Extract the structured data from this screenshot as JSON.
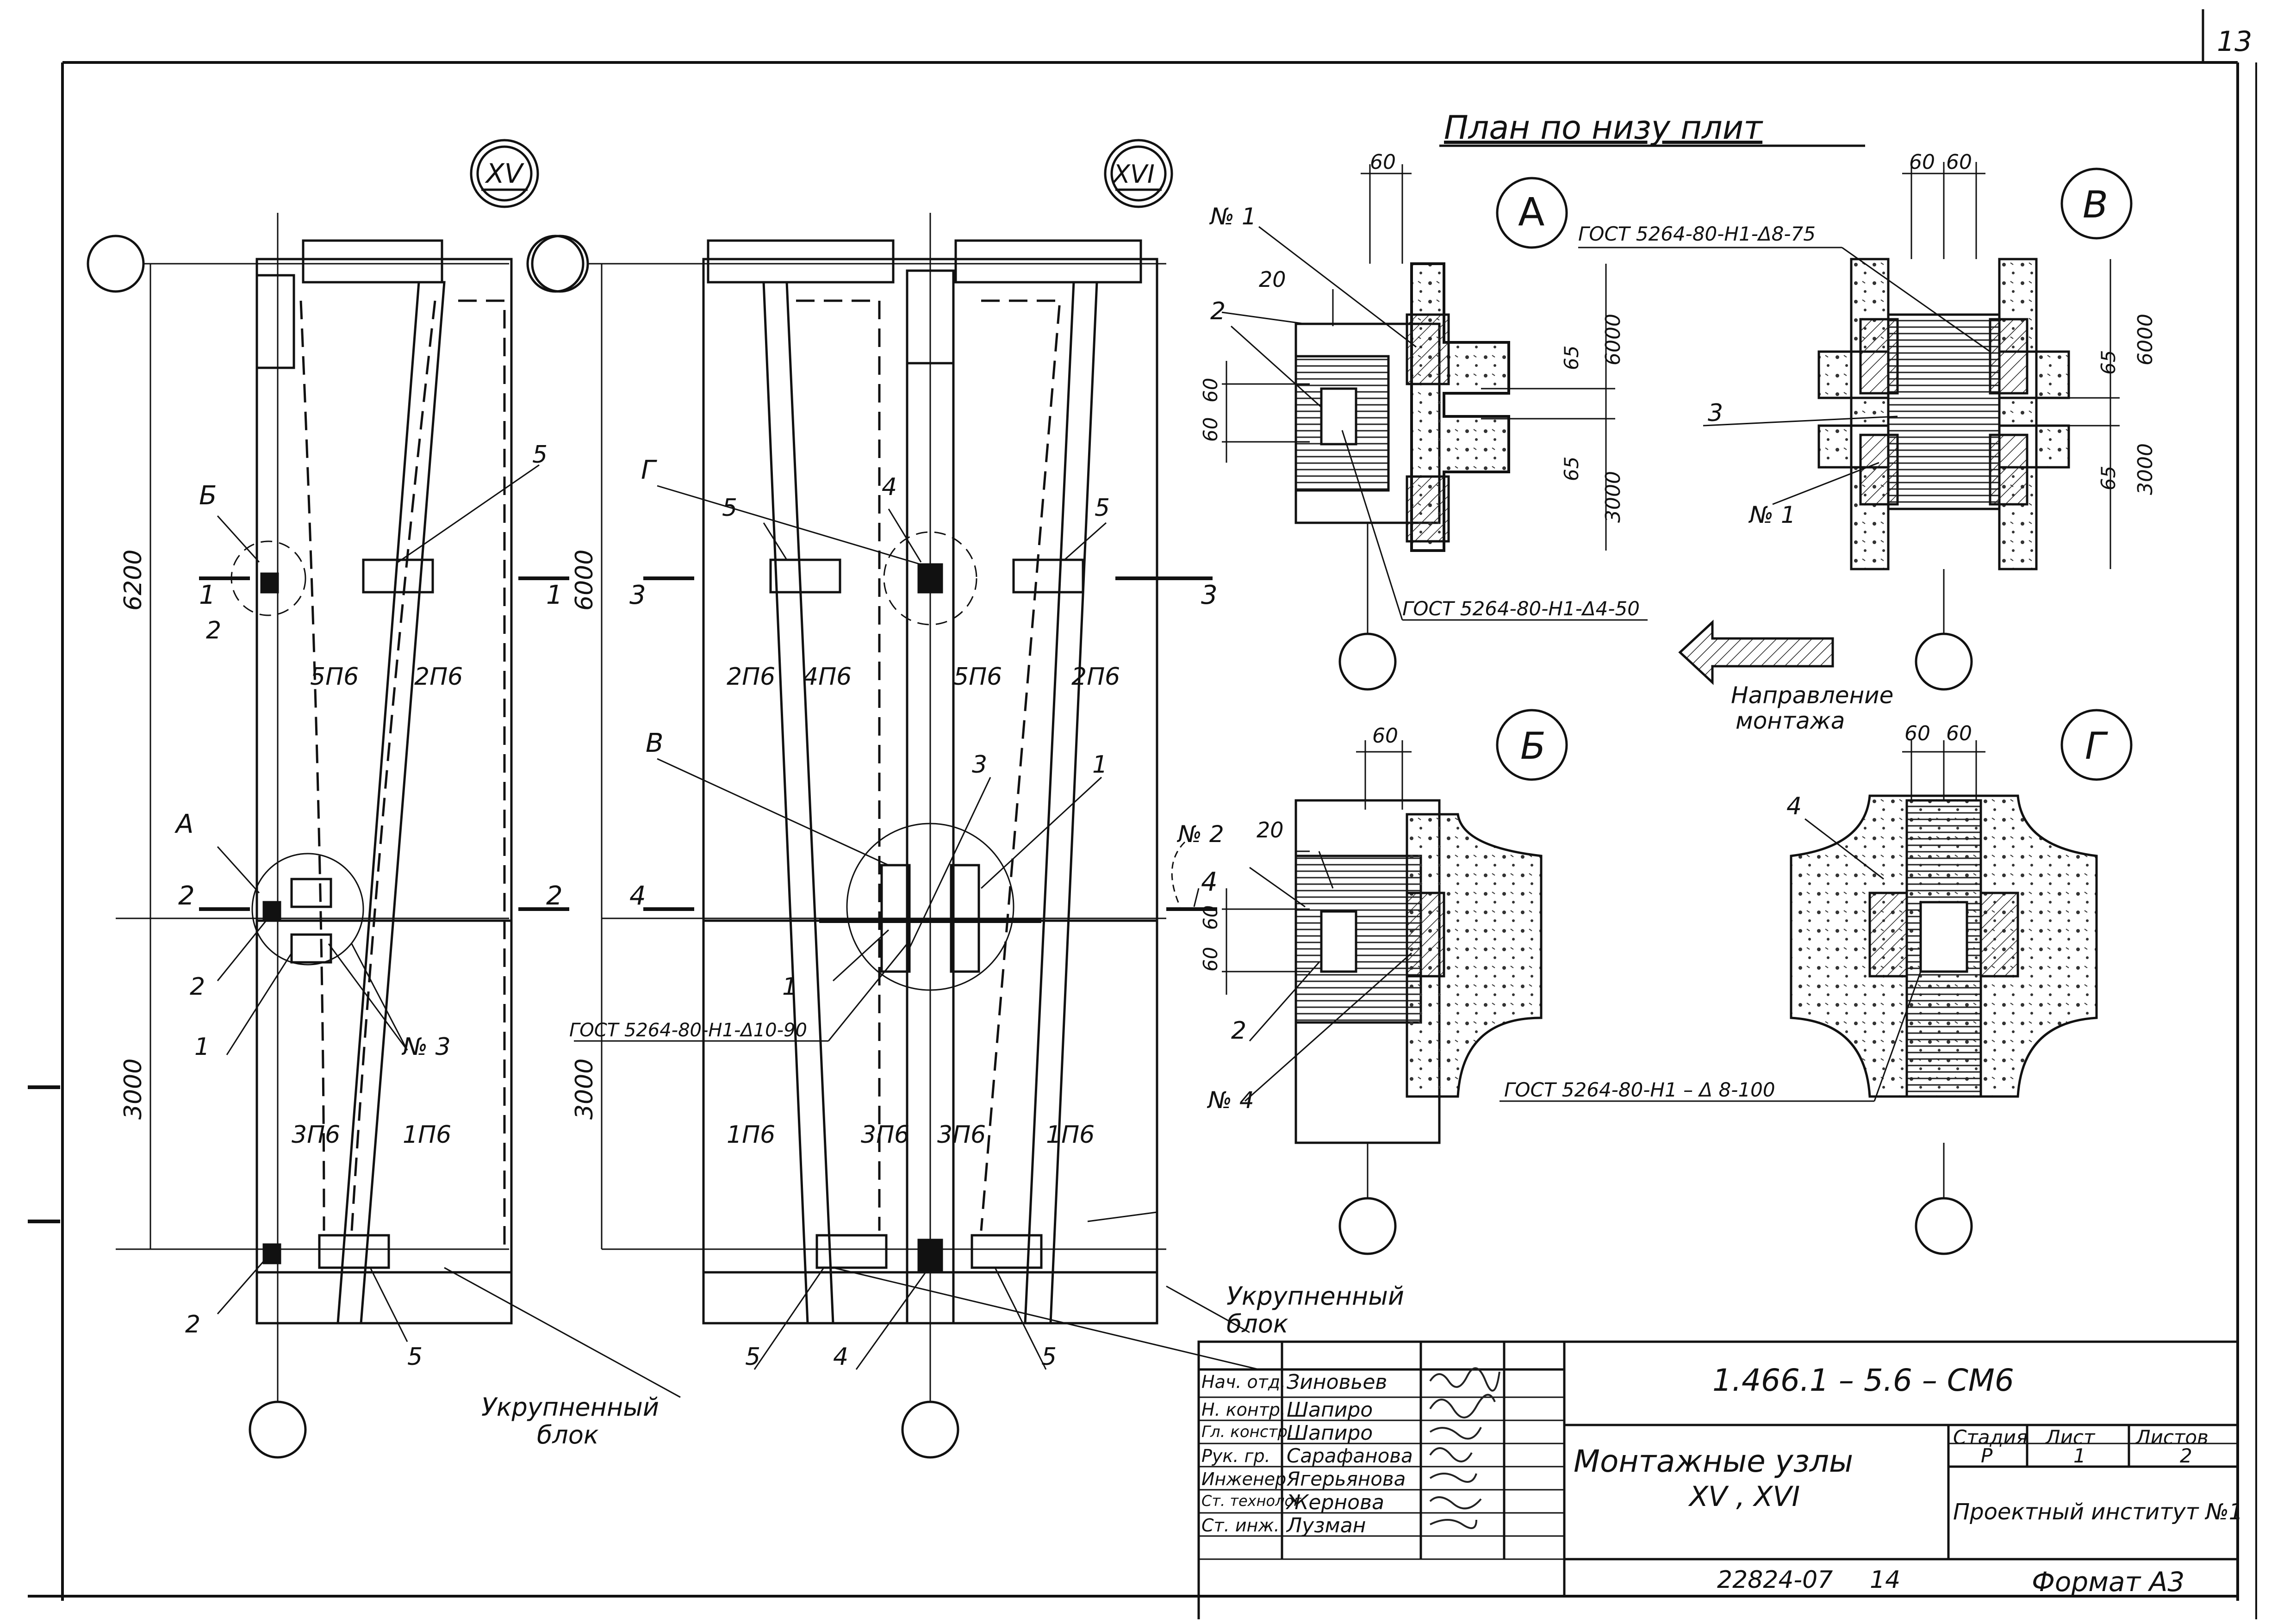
{
  "sheet": {
    "page_number": "13",
    "format_label": "Формат А3",
    "inventory_number": "22824-07",
    "inventory_sheet": "14"
  },
  "plan_title": "План по низу плит",
  "markers": {
    "xv": "XV",
    "xvi": "XVI",
    "a": "А",
    "b": "Б",
    "v": "В",
    "g": "Г"
  },
  "panels": {
    "p5": "5П6",
    "p2": "2П6",
    "p4": "4П6",
    "p3": "3П6",
    "p1": "1П6",
    "p3b": "3П6"
  },
  "dimensions": {
    "d6200": "6200",
    "d3000": "3000",
    "d6000": "6000",
    "d60": "60",
    "d20": "20",
    "d65": "65"
  },
  "sections": {
    "s1": "1",
    "s2": "2",
    "s3": "3",
    "s4": "4"
  },
  "callouts": {
    "n1": "1",
    "n2": "2",
    "n3": "3",
    "n4": "4",
    "n5": "5",
    "no1": "№ 1",
    "no2": "№ 2",
    "no3": "№ 3",
    "no4": "№ 4"
  },
  "gost": {
    "g_10_90": "ГОСТ 5264-80-Н1-Δ10-90",
    "g_8_75": "ГОСТ 5264-80-Н1-Δ8-75",
    "g_4_50": "ГОСТ 5264-80-Н1-Δ4-50",
    "g_8_100": "ГОСТ 5264-80-Н1 – Δ 8-100"
  },
  "notes": {
    "enlarged_block_1": "Укрупненный",
    "enlarged_block_2": "блок",
    "direction_1": "Направление",
    "direction_2": "монтажа"
  },
  "title_block": {
    "document_code": "1.466.1 – 5.6 – СМ6",
    "title_line1": "Монтажные узлы",
    "title_line2": "XV , XVI",
    "stage_header": "Стадия",
    "sheet_header": "Лист",
    "sheets_header": "Листов",
    "stage_value": "Р",
    "sheet_value": "1",
    "sheets_value": "2",
    "organization": "Проектный институт №1",
    "roles": [
      {
        "role": "Нач. отд.",
        "name": "Зиновьев"
      },
      {
        "role": "Н. контр.",
        "name": "Шапиро"
      },
      {
        "role": "Гл. констр.",
        "name": "Шапиро"
      },
      {
        "role": "Рук. гр.",
        "name": "Сарафанова"
      },
      {
        "role": "Инженер",
        "name": "Ягерьянова"
      },
      {
        "role": "Ст. технолог",
        "name": "Жернова"
      },
      {
        "role": "Ст. инж.",
        "name": "Лузман"
      }
    ]
  }
}
